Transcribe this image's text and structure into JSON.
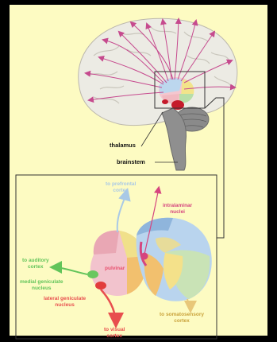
{
  "labels": {
    "thalamus": "thalamus",
    "brainstem": "brainstem",
    "to_prefrontal": "to prefrontal\ncortex",
    "intralaminar": "intralaminar\nnuclei",
    "pulvinar": "pulvinar",
    "to_auditory": "to auditory\ncortex",
    "medial_geniculate": "medial geniculate\nnucleus",
    "lateral_geniculate": "lateral geniculate\nnucleus",
    "to_visual": "to visual\ncortex",
    "to_somatosensory": "to somatosensory\ncortex"
  },
  "colors": {
    "background": "#fdfbc2",
    "prefrontal": "#a9c9e6",
    "intralaminar": "#d5457f",
    "pulvinar_label": "#e8506e",
    "auditory": "#62c45a",
    "visual": "#e84e4e",
    "somatosensory": "#c9a23a"
  }
}
